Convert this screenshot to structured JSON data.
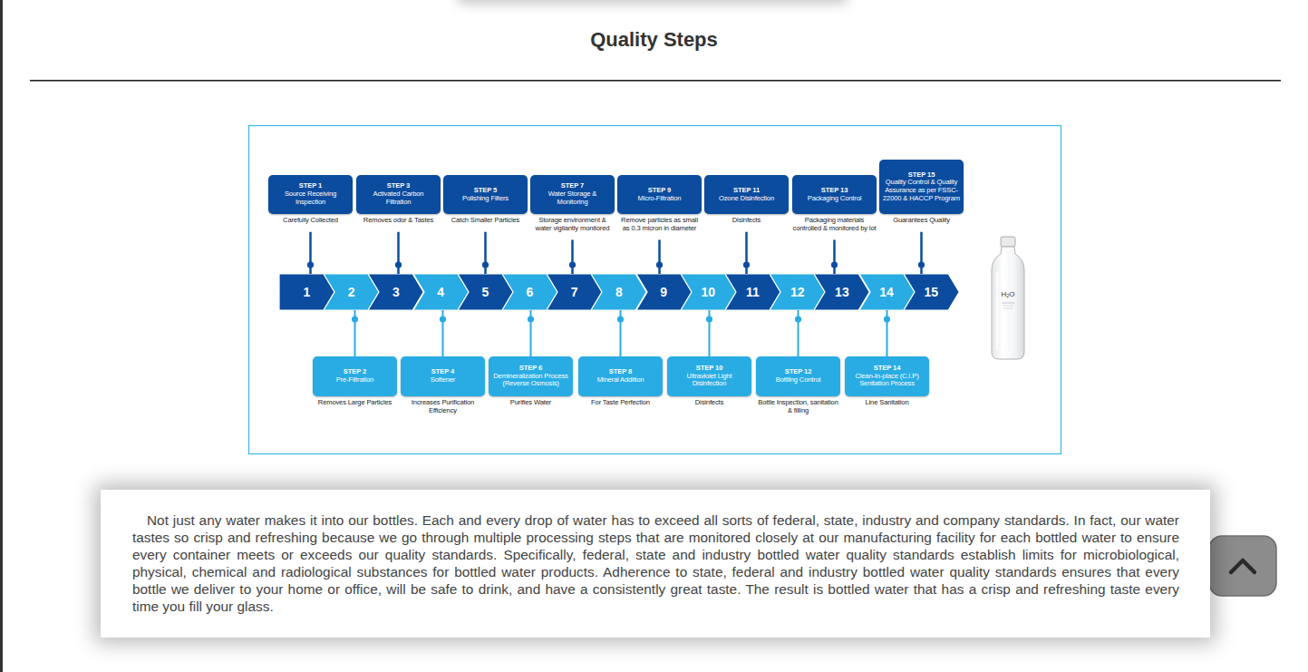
{
  "diagram": {
    "title": "Quality Steps",
    "nodes": [
      {
        "text": [
          "STEP 1",
          "Source Receiving Inspection",
          "Carefully Collected"
        ]
      },
      {
        "text": [
          "STEP 3",
          "Activated Carbon Filtration",
          "Removes odor & Tastes"
        ]
      },
      {
        "text": [
          "STEP 5",
          "Polishing Filters",
          "Catch Smaller Particles"
        ]
      },
      {
        "text": [
          "STEP 7",
          "Water Storage & Monitoring",
          "Storage environment & water vigilantly monitored"
        ]
      },
      {
        "text": [
          "STEP 9",
          "Micro-Filtration",
          "Remove particles as small as 0.3 micron in diameter"
        ]
      },
      {
        "text": [
          "STEP 11",
          "Ozone Disinfection",
          "Disinfects"
        ]
      },
      {
        "text": [
          "STEP 13",
          "Packaging Control",
          "Packaging materials controlled & monitored by lot"
        ]
      },
      {
        "text": [
          "STEP 15",
          "Quality Control & Quality Assurance as per FSSC-22000 & HACCP Program",
          "Guarantees Quality"
        ]
      },
      {
        "text": [
          "1"
        ]
      },
      {
        "text": [
          "2"
        ]
      },
      {
        "text": [
          "3"
        ]
      },
      {
        "text": [
          "4"
        ]
      },
      {
        "text": [
          "5"
        ]
      },
      {
        "text": [
          "6"
        ]
      },
      {
        "text": [
          "7"
        ]
      },
      {
        "text": [
          "8"
        ]
      },
      {
        "text": [
          "9"
        ]
      },
      {
        "text": [
          "10"
        ]
      },
      {
        "text": [
          "11"
        ]
      },
      {
        "text": [
          "12"
        ]
      },
      {
        "text": [
          "13"
        ]
      },
      {
        "text": [
          "14"
        ]
      },
      {
        "text": [
          "15"
        ]
      },
      {
        "text": [
          "STEP 2",
          "Pre-Filtration",
          "Removes Large Particles"
        ]
      },
      {
        "text": [
          "STEP 4",
          "Softener",
          "Increases Purification Efficiency"
        ]
      },
      {
        "text": [
          "STEP 6",
          "Demineralization Process (Reverse Osmosis)",
          "Purifies Water"
        ]
      },
      {
        "text": [
          "STEP 8",
          "Mineral Addition",
          "For Taste Perfection"
        ]
      },
      {
        "text": [
          "STEP 10",
          "Ultraviolet Light Disinfection",
          "Disinfects"
        ]
      },
      {
        "text": [
          "STEP 12",
          "Bottling Control",
          "Bottle Inspection, sanitation & filling"
        ]
      },
      {
        "text": [
          "STEP 14",
          "Clean-In-place (C.I.P) Senitation Process",
          "Line Sanitation"
        ]
      },
      {
        "text": [
          "Not just any water makes it into our bottles. Each and every drop of water has to exceed all sorts of federal, state, industry and company standards. In fact, our water tastes so crisp and refreshing because we go through multiple processing steps that are monitored closely at our manufacturing facility for each bottled water to ensure every container meets or exceeds our quality standards. Specifically, federal, state and industry bottled water quality standards establish limits for microbiological, physical, chemical and radiological substances for bottled water products. Adherence to state, federal and industry bottled water quality standards ensures that every bottle we deliver to your home or office, will be safe to drink, and have a consistently great taste. The result is bottled water that has a crisp and refreshing taste every time you fill your glass."
        ]
      }
    ],
    "edges": [
      {
        "from": 0,
        "to": 8,
        "arrow": "none"
      },
      {
        "from": 23,
        "to": 9,
        "arrow": "none"
      },
      {
        "from": 1,
        "to": 10,
        "arrow": "none"
      },
      {
        "from": 24,
        "to": 11,
        "arrow": "none"
      },
      {
        "from": 2,
        "to": 12,
        "arrow": "none"
      },
      {
        "from": 25,
        "to": 13,
        "arrow": "none"
      },
      {
        "from": 3,
        "to": 14,
        "arrow": "none"
      },
      {
        "from": 26,
        "to": 15,
        "arrow": "none"
      },
      {
        "from": 4,
        "to": 16,
        "arrow": "none"
      },
      {
        "from": 27,
        "to": 17,
        "arrow": "none"
      },
      {
        "from": 5,
        "to": 18,
        "arrow": "none"
      },
      {
        "from": 28,
        "to": 19,
        "arrow": "none"
      },
      {
        "from": 6,
        "to": 20,
        "arrow": "none"
      },
      {
        "from": 29,
        "to": 21,
        "arrow": "none"
      },
      {
        "from": 7,
        "to": 22,
        "arrow": "none"
      }
    ],
    "labels": [
      "H₂O"
    ]
  }
}
